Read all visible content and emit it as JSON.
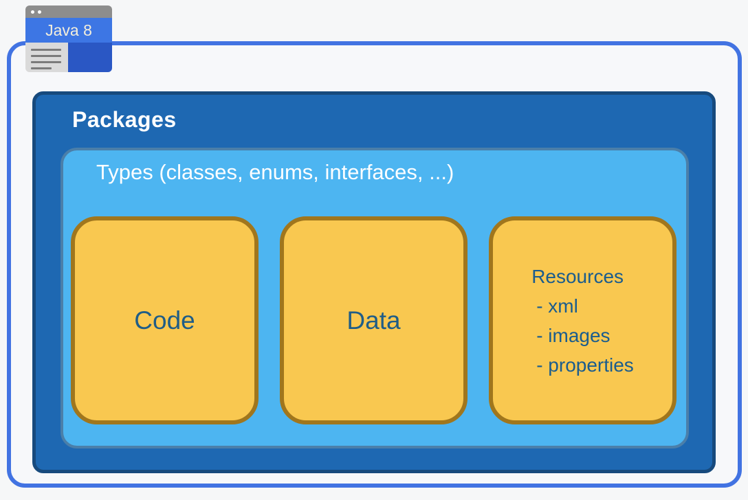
{
  "tab": {
    "title": "Java 8"
  },
  "packages": {
    "label": "Packages",
    "types": {
      "label": "Types (classes, enums, interfaces, ...)",
      "boxes": [
        {
          "label": "Code"
        },
        {
          "label": "Data"
        },
        {
          "label": "Resources",
          "items": [
            "- xml",
            "- images",
            "- properties"
          ]
        }
      ]
    }
  },
  "colors": {
    "outer_border": "#4273e2",
    "frame_background": "#f7f8fa",
    "packages_fill": "#1e68b2",
    "packages_border": "#174a7d",
    "types_fill": "#4db5f1",
    "types_border": "#4b7fa9",
    "type_box_fill": "#f9c850",
    "type_box_border": "#a0761d",
    "dark_blue_text": "#1f5d87",
    "tab_header_blue": "#3d76e4",
    "tab_panel_blue": "#2a57c4",
    "tab_titlebar_gray": "#8d8d8d"
  }
}
